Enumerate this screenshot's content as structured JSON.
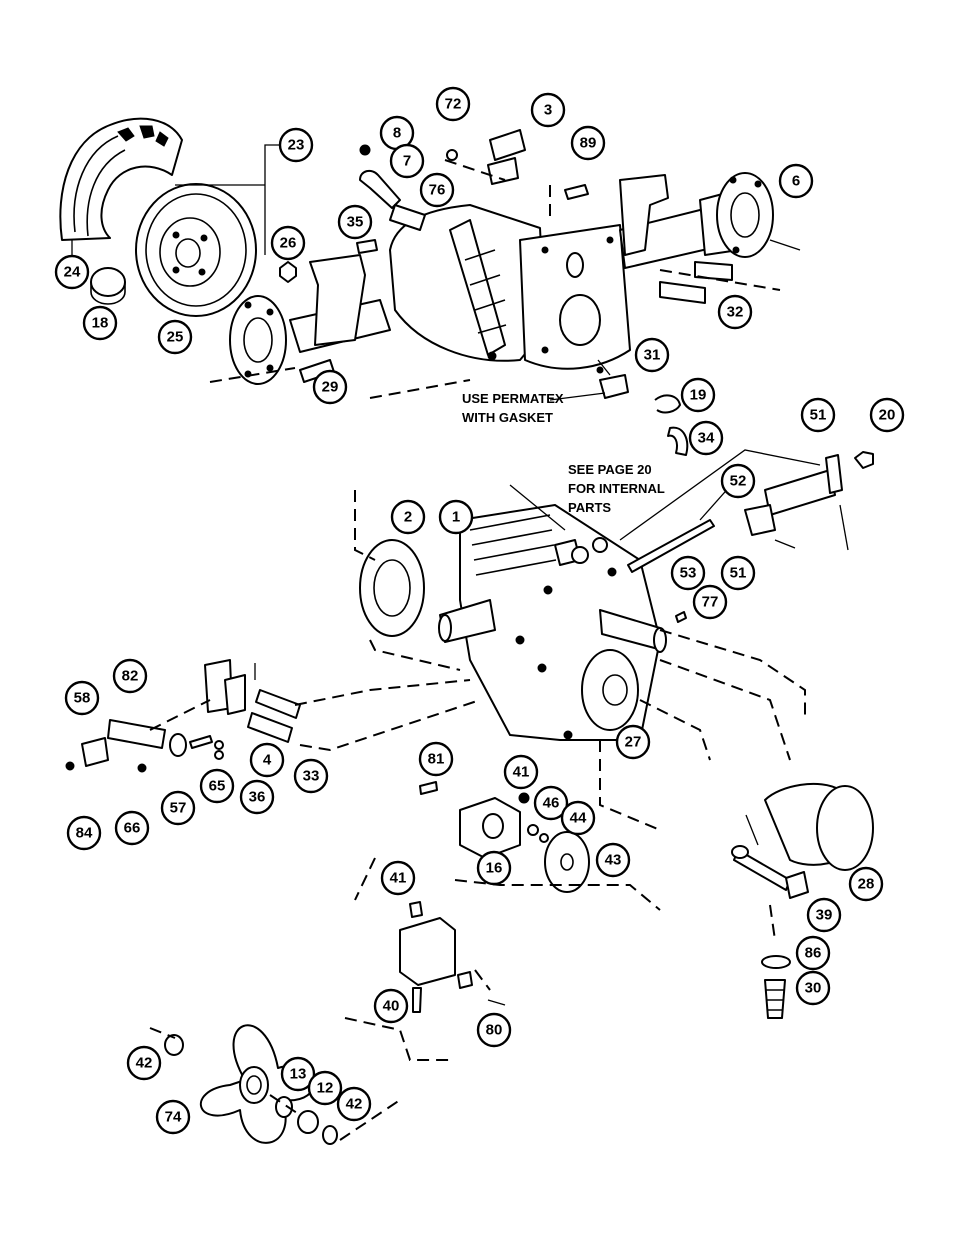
{
  "notes": {
    "permatex_line1": "USE PERMATEX",
    "permatex_line2": "WITH GASKET",
    "see_page_line1": "SEE PAGE 20",
    "see_page_line2": "FOR INTERNAL",
    "see_page_line3": "PARTS"
  },
  "callouts": {
    "c72": "72",
    "c3": "3",
    "c8": "8",
    "c89": "89",
    "c23": "23",
    "c7": "7",
    "c6": "6",
    "c76": "76",
    "c35": "35",
    "c26": "26",
    "c24": "24",
    "c32": "32",
    "c18": "18",
    "c25": "25",
    "c31": "31",
    "c29": "29",
    "c19": "19",
    "c34": "34",
    "c51a": "51",
    "c20": "20",
    "c52": "52",
    "c2": "2",
    "c1": "1",
    "c53": "53",
    "c51b": "51",
    "c77": "77",
    "c82": "82",
    "c58": "58",
    "c4": "4",
    "c33": "33",
    "c27": "27",
    "c65": "65",
    "c36": "36",
    "c81": "81",
    "c84": "84",
    "c66": "66",
    "c57": "57",
    "c41a": "41",
    "c46": "46",
    "c44": "44",
    "c16": "16",
    "c43": "43",
    "c28": "28",
    "c39": "39",
    "c41b": "41",
    "c86": "86",
    "c30": "30",
    "c40": "40",
    "c80": "80",
    "c42a": "42",
    "c13": "13",
    "c12": "12",
    "c42b": "42",
    "c74": "74"
  }
}
